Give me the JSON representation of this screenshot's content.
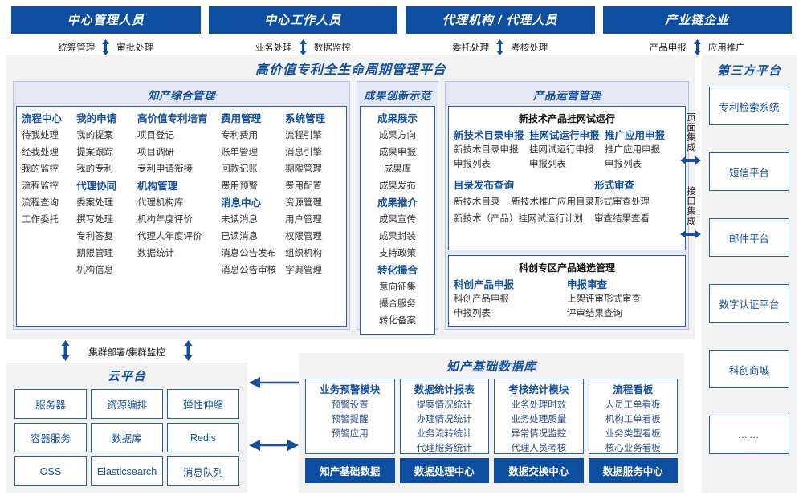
{
  "actors": [
    {
      "title": "中心管理人员",
      "left": "统筹管理",
      "right": "审批处理"
    },
    {
      "title": "中心工作人员",
      "left": "业务处理",
      "right": "数据监控"
    },
    {
      "title": "代理机构 / 代理人员",
      "left": "委托处理",
      "right": "考核处理"
    },
    {
      "title": "产业链企业",
      "left": "产品申报",
      "right": "应用推广"
    }
  ],
  "platform": {
    "title": "高价值专利全生命周期管理平台",
    "group_ip": {
      "title": "知产综合管理",
      "columns": [
        {
          "blocks": [
            {
              "header": "流程中心",
              "items": [
                "待我处理",
                "经我处理",
                "我的监控",
                "流程监控",
                "流程查询",
                "工作委托"
              ]
            }
          ]
        },
        {
          "blocks": [
            {
              "header": "我的申请",
              "items": [
                "我的提案",
                "提案跟踪",
                "我的专利"
              ]
            },
            {
              "header": "代理协同",
              "items": [
                "委案处理",
                "撰写处理",
                "专利答复",
                "期限管理",
                "机构信息"
              ]
            }
          ]
        },
        {
          "blocks": [
            {
              "header": "高价值专利培育",
              "items": [
                "项目登记",
                "项目调研",
                "专利申请衔接"
              ]
            },
            {
              "header": "机构管理",
              "items": [
                "代理机构库",
                "机构年度评价",
                "代理人年度评价",
                "数据统计"
              ]
            }
          ]
        },
        {
          "blocks": [
            {
              "header": "费用管理",
              "items": [
                "专利费用",
                "账单管理",
                "回款记账",
                "费用预警"
              ]
            },
            {
              "header": "消息中心",
              "items": [
                "未读消息",
                "已读消息",
                "消息公告发布",
                "消息公告审核"
              ]
            }
          ]
        },
        {
          "blocks": [
            {
              "header": "系统管理",
              "items": [
                "流程引擎",
                "消息引擎",
                "期限管理",
                "费用配置",
                "资源管理",
                "用户管理",
                "权限管理",
                "组织机构",
                "字典管理"
              ]
            }
          ]
        }
      ]
    },
    "group_achievement": {
      "title": "成果创新示范",
      "blocks": [
        {
          "header": "成果展示",
          "items": [
            "成果方向",
            "成果申报",
            "成果库",
            "成果发布"
          ]
        },
        {
          "header": "成果推介",
          "items": [
            "成果宣传",
            "成果封装",
            "支持政策"
          ]
        },
        {
          "header": "转化撮合",
          "items": [
            "意向征集",
            "撮合服务",
            "转化备案"
          ]
        }
      ]
    },
    "group_product": {
      "title": "产品运营管理",
      "sub_a": {
        "title": "新技术产品挂网试运行",
        "columns": [
          {
            "header": "新技术目录申报",
            "items": [
              "新技术目录申报",
              "申报列表"
            ]
          },
          {
            "header": "挂网试运行申报",
            "items": [
              "挂网试运行申报",
              "申报列表"
            ]
          },
          {
            "header": "推广应用申报",
            "items": [
              "推广应用申报",
              "申报列表"
            ]
          }
        ],
        "row2_left": {
          "header": "目录发布查询",
          "items_inline": [
            "新技术目录",
            "新技术推广应用目录"
          ],
          "items": [
            "新技术（产品）挂网试运行计划"
          ]
        },
        "row2_right": {
          "header": "形式审查",
          "items": [
            "形式审查处理",
            "审查结果查看"
          ]
        }
      },
      "sub_b": {
        "title": "科创专区产品遴选管理",
        "columns": [
          {
            "header": "科创产品申报",
            "items": [
              "科创产品申报",
              "申报列表"
            ]
          },
          {
            "header": "申报审查",
            "items": [
              "上架评审形式审查",
              "评审结果查询"
            ]
          }
        ]
      }
    }
  },
  "integration": {
    "page": "页面集成",
    "api": "接口集成"
  },
  "third_party": {
    "title": "第三方平台",
    "items": [
      "专利检索系统",
      "短信平台",
      "邮件平台",
      "数字认证平台",
      "科创商城",
      "……"
    ]
  },
  "cluster_label": "集群部署/集群监控",
  "cloud": {
    "title": "云平台",
    "items": [
      "服务器",
      "资源编排",
      "弹性伸缩",
      "容器服务",
      "数据库",
      "Redis",
      "OSS",
      "Elasticsearch",
      "消息队列"
    ]
  },
  "database": {
    "title": "知产基础数据库",
    "columns": [
      {
        "header": "业务预警模块",
        "items": [
          "预警设置",
          "预警提醒",
          "预警应用"
        ],
        "footer": "知产基础数据"
      },
      {
        "header": "数据统计报表",
        "items": [
          "提案情况统计",
          "办理情况统计",
          "业务流转统计",
          "代理服务统计"
        ],
        "footer": "数据处理中心"
      },
      {
        "header": "考核统计模块",
        "items": [
          "业务处理时效",
          "业务处理质量",
          "异常情况监控",
          "代理人员考核"
        ],
        "footer": "数据交换中心"
      },
      {
        "header": "流程看板",
        "items": [
          "人员工单看板",
          "机构工单看板",
          "业务类型看板",
          "核心业务看板"
        ],
        "footer": "数据服务中心"
      }
    ]
  },
  "colors": {
    "brand": "#0d4ea0",
    "accent": "#14509e",
    "border": "#2a5caa",
    "panel": "#f2f2f2",
    "group": "#e5e8f3"
  }
}
